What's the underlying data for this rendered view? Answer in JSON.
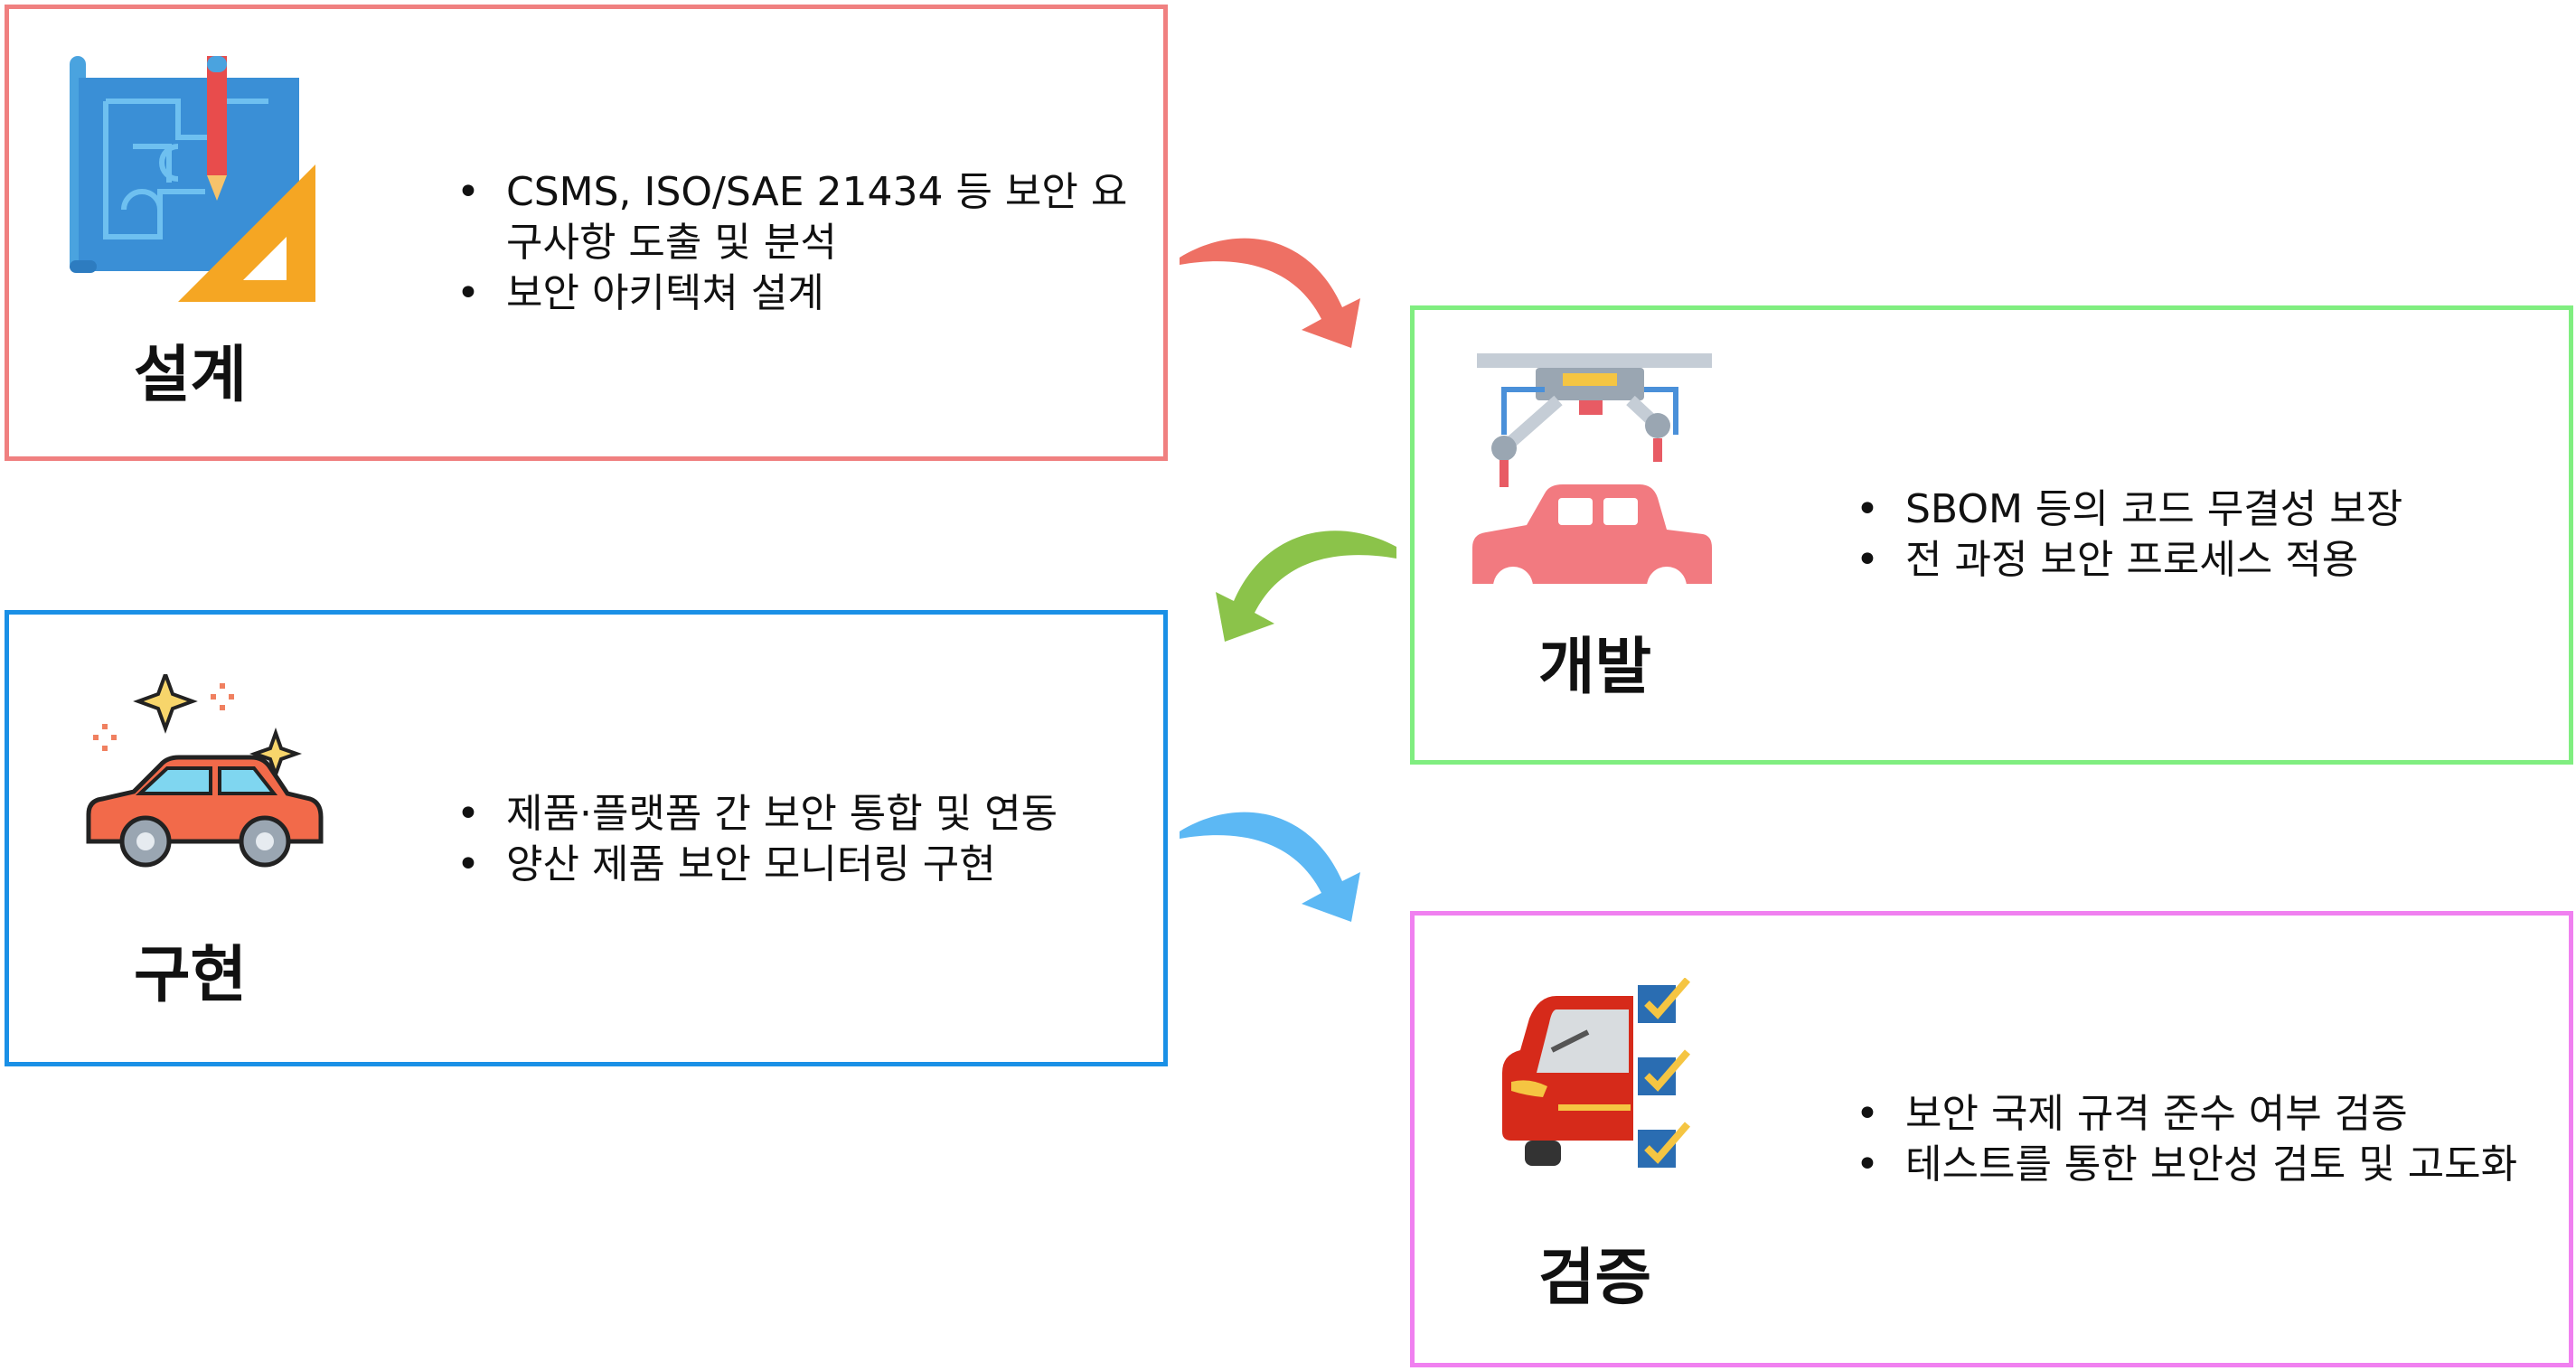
{
  "colors": {
    "design": "#f08080",
    "development": "#80ee80",
    "implementation": "#1a90e6",
    "verification": "#f080f0",
    "arrow_1": "#ee7064",
    "arrow_2": "#8bc34a",
    "arrow_3": "#5cb8f4"
  },
  "stages": {
    "design": {
      "title": "설계",
      "icon": "blueprint-icon",
      "bullets": [
        "CSMS, ISO/SAE 21434 등 보안 요구사항 도출 및 분석",
        "보안 아키텍쳐 설계"
      ]
    },
    "development": {
      "title": "개발",
      "icon": "car-assembly-robot-icon",
      "bullets": [
        "SBOM 등의 코드 무결성 보장",
        "전 과정 보안 프로세스 적용"
      ]
    },
    "implementation": {
      "title": "구현",
      "icon": "shiny-car-icon",
      "bullets": [
        "제품·플랫폼 간 보안 통합 및 연동",
        "양산 제품 보안 모니터링 구현"
      ]
    },
    "verification": {
      "title": "검증",
      "icon": "car-checklist-icon",
      "bullets": [
        "보안 국제 규격 준수 여부 검증",
        "테스트를 통한 보안성 검토 및 고도화"
      ]
    }
  }
}
